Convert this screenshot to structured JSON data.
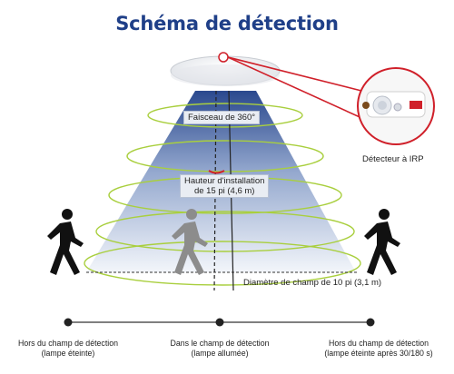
{
  "title": "Schéma de détection",
  "labels": {
    "beam": "Faisceau de 360°",
    "height_line1": "Hauteur d'installation",
    "height_line2": "de 15 pi (4,6 m)",
    "diameter": "Diamètre de champ de 10 pi (3,1 m)",
    "detector": "Détecteur à IRP"
  },
  "captions": [
    {
      "line1": "Hors du champ de détection",
      "line2": "(lampe éteinte)"
    },
    {
      "line1": "Dans le champ de détection",
      "line2": "(lampe allumée)"
    },
    {
      "line1": "Hors du champ de détection",
      "line2": "(lampe éteinte après 30/180 s)"
    }
  ],
  "colors": {
    "title": "#1f3f88",
    "beam_top": "#1f3f88",
    "beam_bottom": "#f2f5fa",
    "rings": "#a9cf3e",
    "callout": "#d0202a",
    "figure_dark": "#111111",
    "figure_inside": "#8c8c8c",
    "timeline": "#333333"
  },
  "icons": [
    "ceiling-lamp-icon",
    "pir-sensor-icon",
    "walking-person-icon"
  ]
}
